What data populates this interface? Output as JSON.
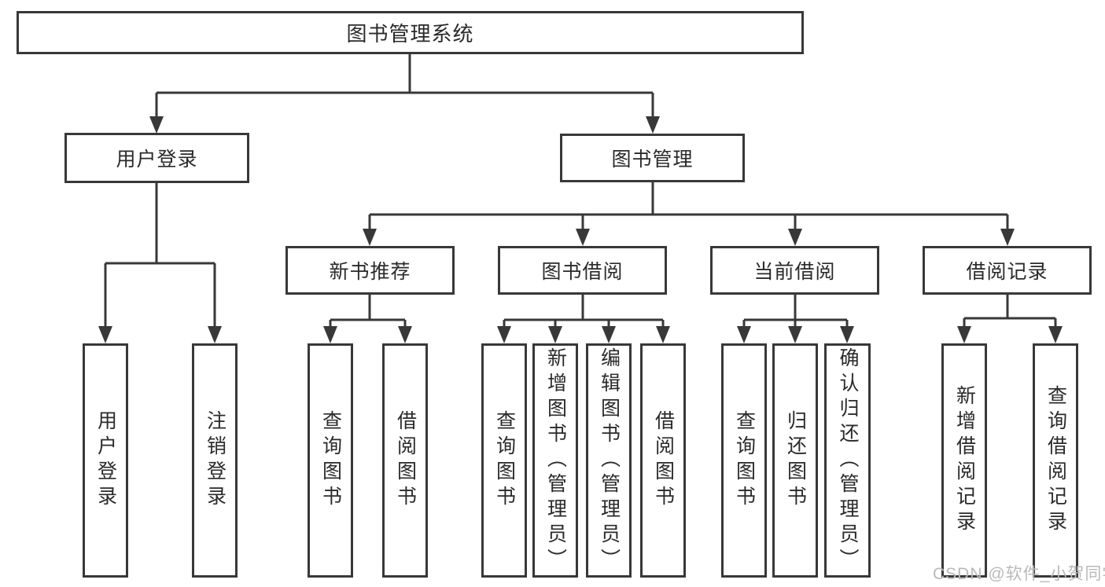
{
  "colors": {
    "line": "#383838",
    "box_border": "#383838",
    "text": "#2a2a2a",
    "background": "#ffffff",
    "watermark": "#b9b9b9"
  },
  "nodes": {
    "root": {
      "label": "图书管理系统"
    },
    "level2": [
      {
        "label": "用户登录"
      },
      {
        "label": "图书管理"
      }
    ],
    "level3": [
      {
        "label": "新书推荐"
      },
      {
        "label": "图书借阅"
      },
      {
        "label": "当前借阅"
      },
      {
        "label": "借阅记录"
      }
    ],
    "leaves": [
      {
        "label": "用户登录"
      },
      {
        "label": "注销登录"
      },
      {
        "label": "查询图书"
      },
      {
        "label": "借阅图书"
      },
      {
        "label": "查询图书"
      },
      {
        "label": "新增图书（管理员）"
      },
      {
        "label": "编辑图书（管理员）"
      },
      {
        "label": "借阅图书"
      },
      {
        "label": "查询图书"
      },
      {
        "label": "归还图书"
      },
      {
        "label": "确认归还（管理员）"
      },
      {
        "label": "新增借阅记录"
      },
      {
        "label": "查询借阅记录"
      }
    ]
  },
  "watermark": {
    "text": "CSDN @软件_小贺同学"
  }
}
